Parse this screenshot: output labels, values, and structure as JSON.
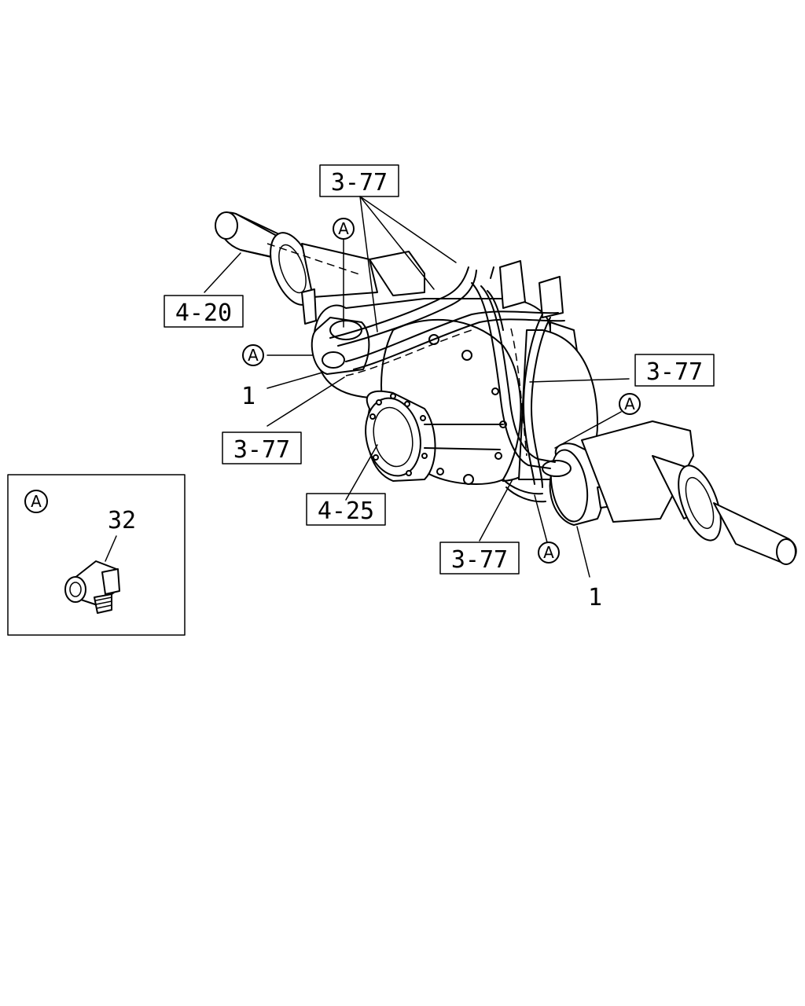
{
  "callouts": {
    "ref_3_77_top": "3-77",
    "ref_3_77_right": "3-77",
    "ref_3_77_left": "3-77",
    "ref_3_77_bottom": "3-77",
    "ref_4_20": "4-20",
    "ref_4_25": "4-25",
    "part_1_left": "1",
    "part_1_right": "1",
    "detail_a_1": "A",
    "detail_a_2": "A",
    "detail_a_3": "A",
    "detail_a_4": "A"
  },
  "detail_box": {
    "marker": "A",
    "part_number": "32"
  }
}
